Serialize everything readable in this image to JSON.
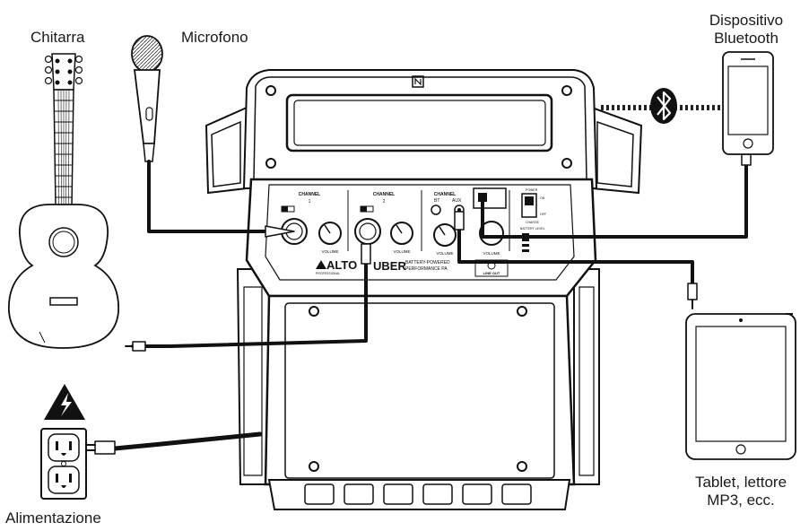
{
  "labels": {
    "guitar": "Chitarra",
    "microphone": "Microfono",
    "bluetooth_device_line1": "Dispositivo",
    "bluetooth_device_line2": "Bluetooth",
    "tablet_line1": "Tablet, lettore",
    "tablet_line2": "MP3, ecc.",
    "power": "Alimentazione"
  },
  "speaker_panel": {
    "channel1": "CHANNEL",
    "channel1_num": "1",
    "channel2": "CHANNEL",
    "channel2_num": "2",
    "channel3": "CHANNEL",
    "channel3_bt": "BT",
    "channel3_aux": "AUX",
    "volume": "VOLUME",
    "brand": "ALTO",
    "brand_sub": "PROFESSIONAL",
    "model": "UBER",
    "tagline1": "BATTERY-POWERED",
    "tagline2": "PERFORMANCE PA",
    "line_out": "LINE OUT",
    "on": "ON",
    "off": "OFF",
    "charge": "CHARGE",
    "battery_level": "BATTERY LEVEL",
    "power_small": "POWER"
  },
  "icons": {
    "bluetooth": "bluetooth-icon",
    "warning": "high-voltage-warning-icon",
    "nfc": "nfc-icon"
  }
}
